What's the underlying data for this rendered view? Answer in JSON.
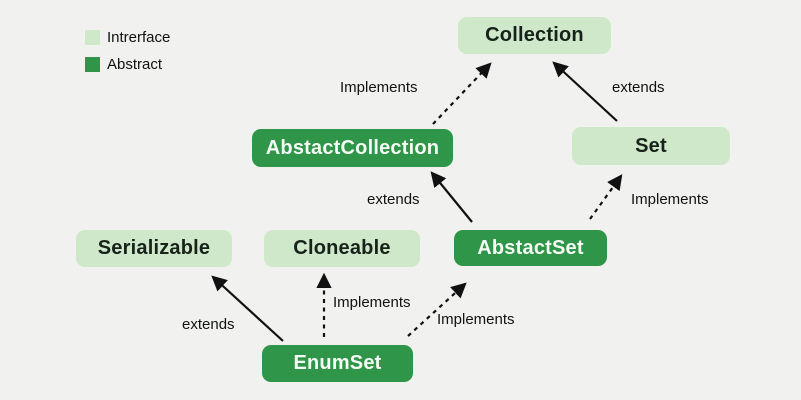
{
  "legend": {
    "items": [
      {
        "label": "Intrerface",
        "kind": "interface"
      },
      {
        "label": "Abstract",
        "kind": "abstract"
      }
    ]
  },
  "colors": {
    "interface_fill": "#cfe8ca",
    "abstract_fill": "#2e9549",
    "background": "#f1f2ef",
    "arrow": "#111111"
  },
  "diagram": {
    "nodes": [
      {
        "id": "collection",
        "label": "Collection",
        "kind": "interface"
      },
      {
        "id": "abstact-collection",
        "label": "AbstactCollection",
        "kind": "abstract"
      },
      {
        "id": "set",
        "label": "Set",
        "kind": "interface"
      },
      {
        "id": "serializable",
        "label": "Serializable",
        "kind": "interface"
      },
      {
        "id": "cloneable",
        "label": "Cloneable",
        "kind": "interface"
      },
      {
        "id": "abstact-set",
        "label": "AbstactSet",
        "kind": "abstract"
      },
      {
        "id": "enum-set",
        "label": "EnumSet",
        "kind": "abstract"
      }
    ],
    "edges": [
      {
        "from": "AbstactCollection",
        "to": "Collection",
        "label": "Implements",
        "style": "dashed"
      },
      {
        "from": "Set",
        "to": "Collection",
        "label": "extends",
        "style": "solid"
      },
      {
        "from": "AbstactSet",
        "to": "AbstactCollection",
        "label": "extends",
        "style": "solid"
      },
      {
        "from": "AbstactSet",
        "to": "Set",
        "label": "Implements",
        "style": "dashed"
      },
      {
        "from": "EnumSet",
        "to": "Serializable",
        "label": "extends",
        "style": "solid"
      },
      {
        "from": "EnumSet",
        "to": "Cloneable",
        "label": "Implements",
        "style": "dashed"
      },
      {
        "from": "EnumSet",
        "to": "AbstactSet",
        "label": "Implements",
        "style": "dashed"
      }
    ]
  }
}
